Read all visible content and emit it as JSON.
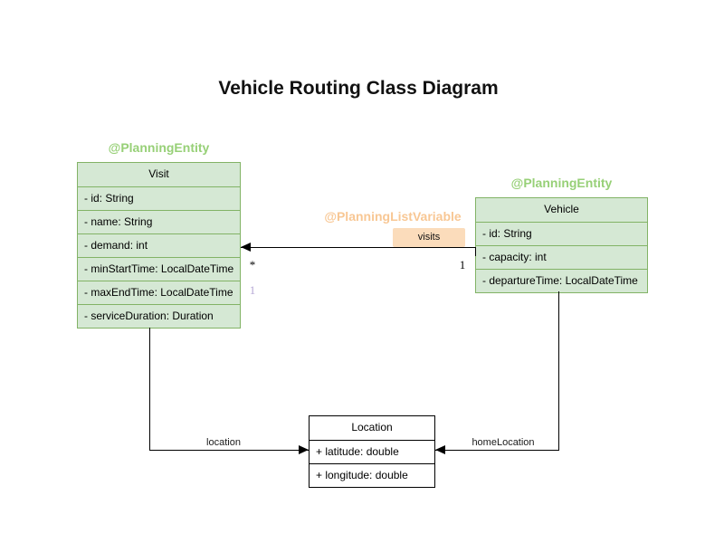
{
  "title": "Vehicle Routing Class Diagram",
  "classes": {
    "visit": {
      "annotation": "@PlanningEntity",
      "name": "Visit",
      "attributes": [
        "- id: String",
        "- name: String",
        "- demand: int",
        "- minStartTime: LocalDateTime",
        "- maxEndTime: LocalDateTime",
        "- serviceDuration: Duration"
      ]
    },
    "vehicle": {
      "annotation": "@PlanningEntity",
      "name": "Vehicle",
      "attributes": [
        "- id: String",
        "- capacity: int",
        "- departureTime: LocalDateTime"
      ]
    },
    "location": {
      "name": "Location",
      "attributes": [
        "+ latitude: double",
        "+ longitude: double"
      ]
    }
  },
  "relationships": {
    "visits": {
      "annotation": "@PlanningListVariable",
      "label": "visits",
      "from": "Vehicle",
      "to": "Visit",
      "target_multiplicity": "*",
      "source_multiplicity": "1",
      "extra_marker": "1"
    },
    "location": {
      "label": "location",
      "from": "Visit",
      "to": "Location"
    },
    "homeLocation": {
      "label": "homeLocation",
      "from": "Vehicle",
      "to": "Location"
    }
  },
  "colors": {
    "entity_fill": "#d5e8d4",
    "entity_border": "#82b366",
    "entity_annotation_text": "#97d077",
    "list_variable_annotation_text": "#f8c794",
    "visits_label_bg": "#fbdcbb",
    "plain_fill": "#ffffff",
    "plain_border": "#000000",
    "lavender_marker_text": "#b5a7d5",
    "edge_color": "#000000"
  }
}
